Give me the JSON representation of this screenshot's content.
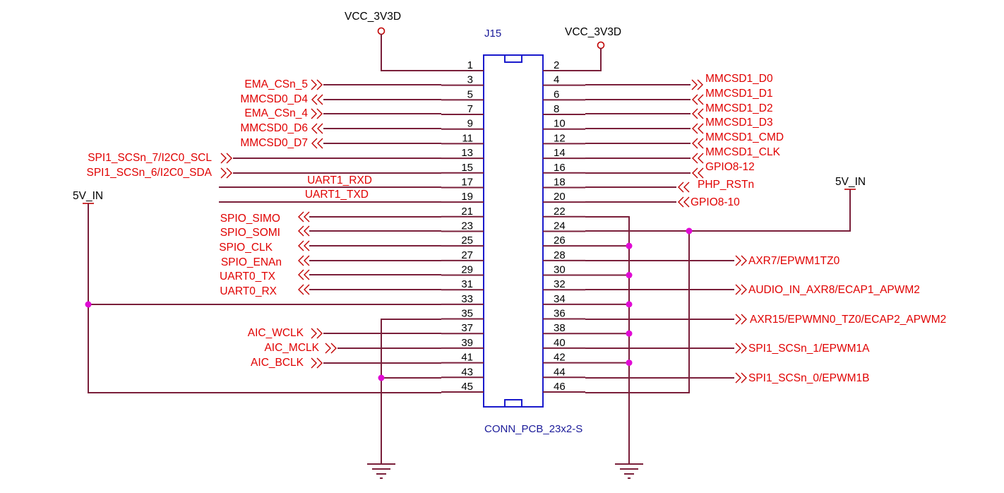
{
  "connector": {
    "ref": "J15",
    "part": "CONN_PCB_23x2-S",
    "colors": {
      "body": "#1a1acc",
      "wire": "#7a1f3a",
      "net": "#e00000",
      "junction": "#e00ad4"
    }
  },
  "power": {
    "vcc_left": "VCC_3V3D",
    "vcc_right": "VCC_3V3D",
    "v5_left": "5V_IN",
    "v5_right": "5V_IN"
  },
  "pins": {
    "odd": [
      "1",
      "3",
      "5",
      "7",
      "9",
      "11",
      "13",
      "15",
      "17",
      "19",
      "21",
      "23",
      "25",
      "27",
      "29",
      "31",
      "33",
      "35",
      "37",
      "39",
      "41",
      "43",
      "45"
    ],
    "even": [
      "2",
      "4",
      "6",
      "8",
      "10",
      "12",
      "14",
      "16",
      "18",
      "20",
      "22",
      "24",
      "26",
      "28",
      "30",
      "32",
      "34",
      "36",
      "38",
      "40",
      "42",
      "44",
      "46"
    ]
  },
  "nets": {
    "left": {
      "p3": "EMA_CSn_5",
      "p5": "MMCSD0_D4",
      "p7": "EMA_CSn_4",
      "p9": "MMCSD0_D6",
      "p11": "MMCSD0_D7",
      "p13": "SPI1_SCSn_7/I2C0_SCL",
      "p15": "SPI1_SCSn_6/I2C0_SDA",
      "p17": "UART1_RXD",
      "p19": "UART1_TXD",
      "p23": "SPIO_SIMO",
      "p25": "SPIO_SOMI",
      "p27": "SPIO_CLK",
      "p29": "SPIO_ENAn",
      "p31": "UART0_TX",
      "p33": "UART0_RX",
      "p37": "AIC_WCLK",
      "p39": "AIC_MCLK",
      "p41": "AIC_BCLK"
    },
    "right": {
      "p4": "MMCSD1_D0",
      "p6": "MMCSD1_D1",
      "p8": "MMCSD1_D2",
      "p10": "MMCSD1_D3",
      "p12": "MMCSD1_CMD",
      "p14": "MMCSD1_CLK",
      "p16": "GPIO8-12",
      "p18": "PHP_RSTn",
      "p20": "GPIO8-10",
      "p28": "AXR7/EPWM1TZ0",
      "p32": "AUDIO_IN_AXR8/ECAP1_APWM2",
      "p36": "AXR15/EPWMN0_TZ0/ECAP2_APWM2",
      "p40": "SPI1_SCSn_1/EPWM1A",
      "p44": "SPI1_SCSn_0/EPWM1B"
    }
  },
  "icons": {
    "power": "power-circle-icon",
    "ground": "ground-icon",
    "offpage": "offpage-connector-icon"
  }
}
